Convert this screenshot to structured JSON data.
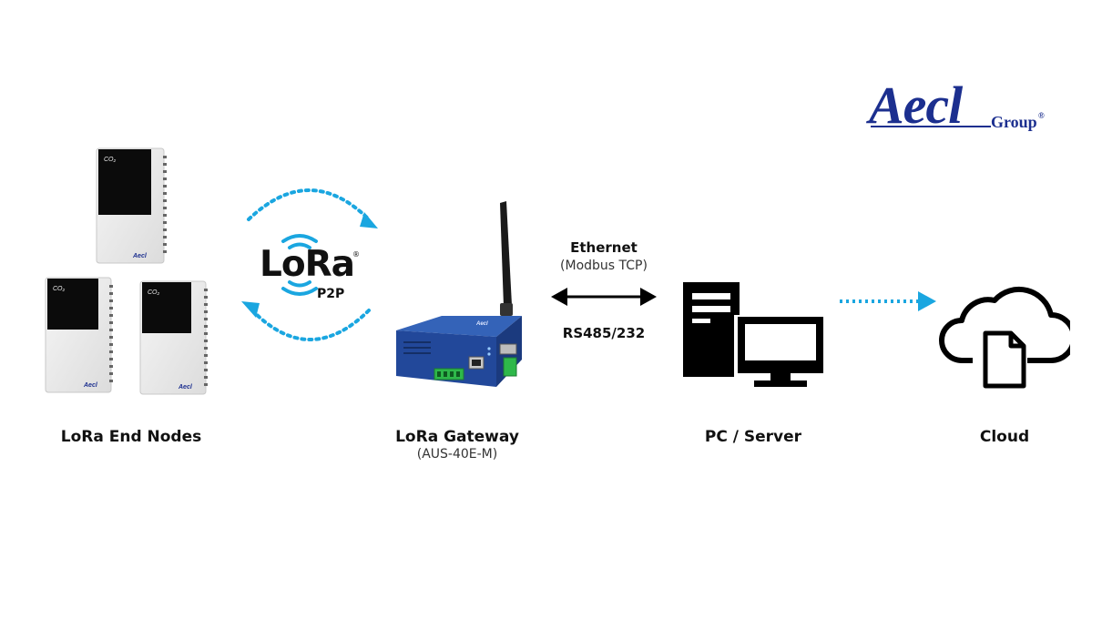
{
  "brand": {
    "name": "Aecl",
    "suffix": "Group",
    "registered": "®"
  },
  "lora_logo": {
    "word": "LoRa",
    "registered": "®",
    "mode": "P2P"
  },
  "nodes": {
    "label": "LoRa End Nodes",
    "device_brand": "Aecl",
    "sensor_mark": "CO₂"
  },
  "gateway": {
    "label": "LoRa Gateway",
    "model": "(AUS-40E-M)",
    "device_brand": "Aecl"
  },
  "link": {
    "ethernet": "Ethernet",
    "protocol": "(Modbus TCP)",
    "serial": "RS485/232"
  },
  "pc": {
    "label": "PC / Server"
  },
  "cloud": {
    "label": "Cloud"
  },
  "colors": {
    "accent": "#1aa6e0",
    "brand": "#1c2f8f",
    "gateway": "#22489a",
    "terminal": "#2eb84a"
  }
}
